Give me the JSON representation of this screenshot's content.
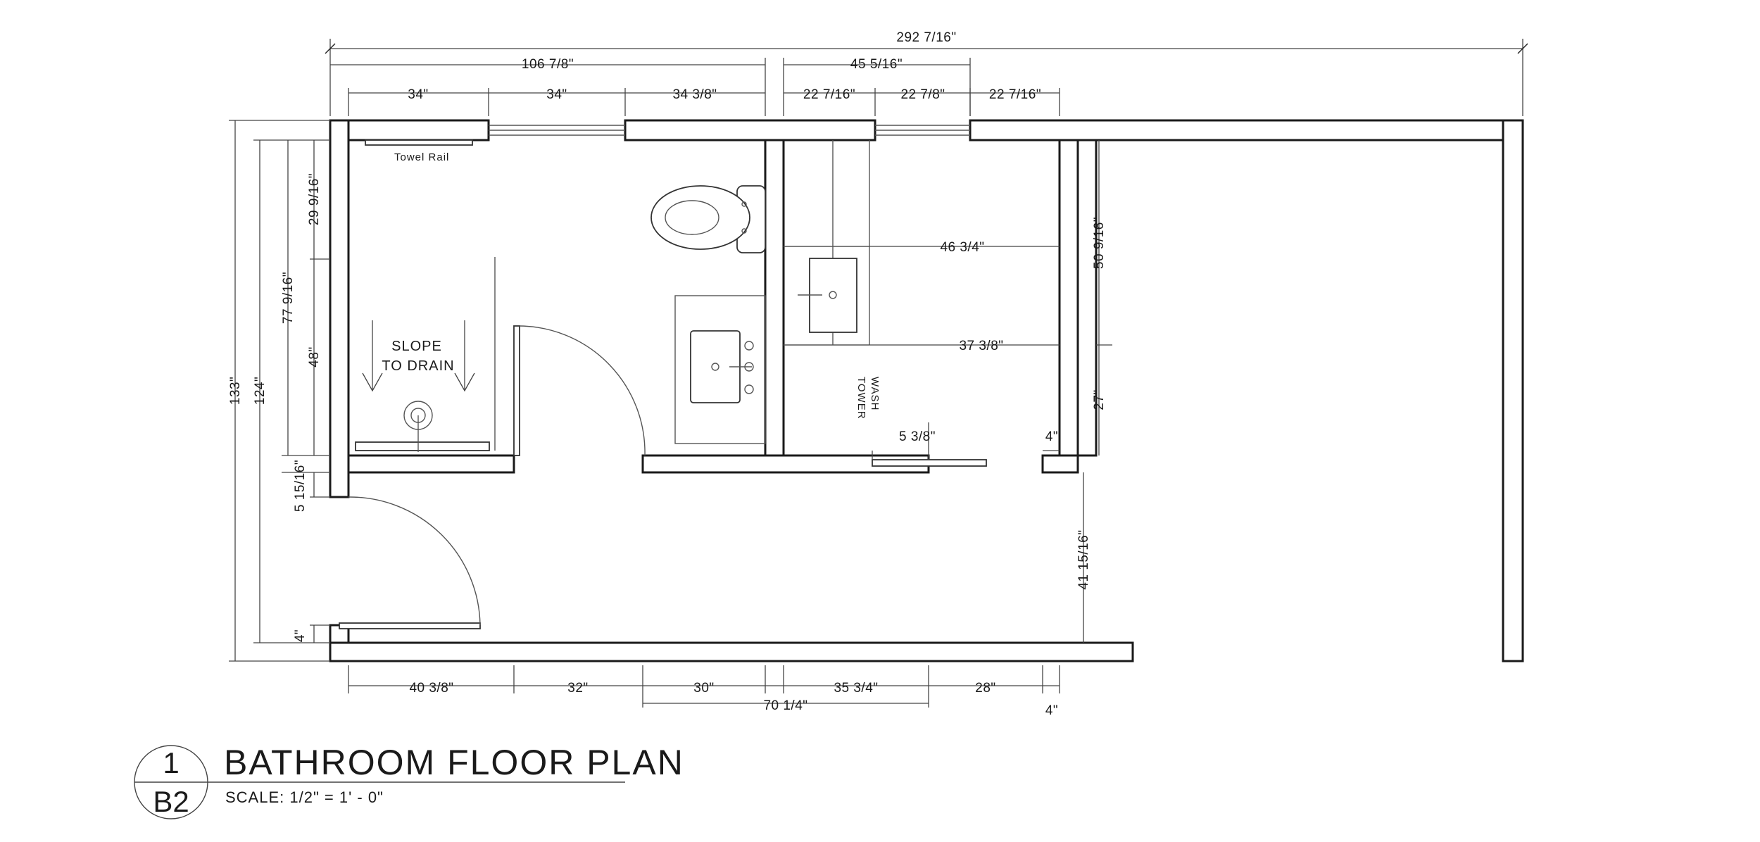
{
  "title_block": {
    "drawing_number": "1",
    "sheet": "B2",
    "title": "BATHROOM FLOOR PLAN",
    "scale": "SCALE: 1/2\" = 1' - 0\""
  },
  "labels": {
    "towel_rail": "Towel Rail",
    "slope_line1": "SLOPE",
    "slope_line2": "TO DRAIN",
    "wash": "WASH",
    "tower": "TOWER"
  },
  "dims": {
    "overall": "292 7/16\"",
    "left_section": "106 7/8\"",
    "right_section": "45 5/16\"",
    "top_a": "34\"",
    "top_b": "34\"",
    "top_c": "34 3/8\"",
    "top_d": "22 7/16\"",
    "top_e": "22 7/8\"",
    "top_f": "22 7/16\"",
    "height_total": "133\"",
    "height_inner": "124\"",
    "height_shower": "77 9/16\"",
    "left_upper": "29 9/16\"",
    "left_lower": "48\"",
    "left_gap": "5 15/16\"",
    "left_wall": "4\"",
    "right_upper": "50 9/16\"",
    "right_lower": "27\"",
    "right_opening": "41 15/16\"",
    "niche_width": "46 3/4\"",
    "wash_width": "37 3/8\"",
    "door_jamb": "5 3/8\"",
    "wall_4": "4\"",
    "bot_a": "40 3/8\"",
    "bot_b": "32\"",
    "bot_c": "30\"",
    "bot_d": "35 3/4\"",
    "bot_e": "28\"",
    "bot_sub": "70 1/4\"",
    "bot_wall": "4\""
  }
}
